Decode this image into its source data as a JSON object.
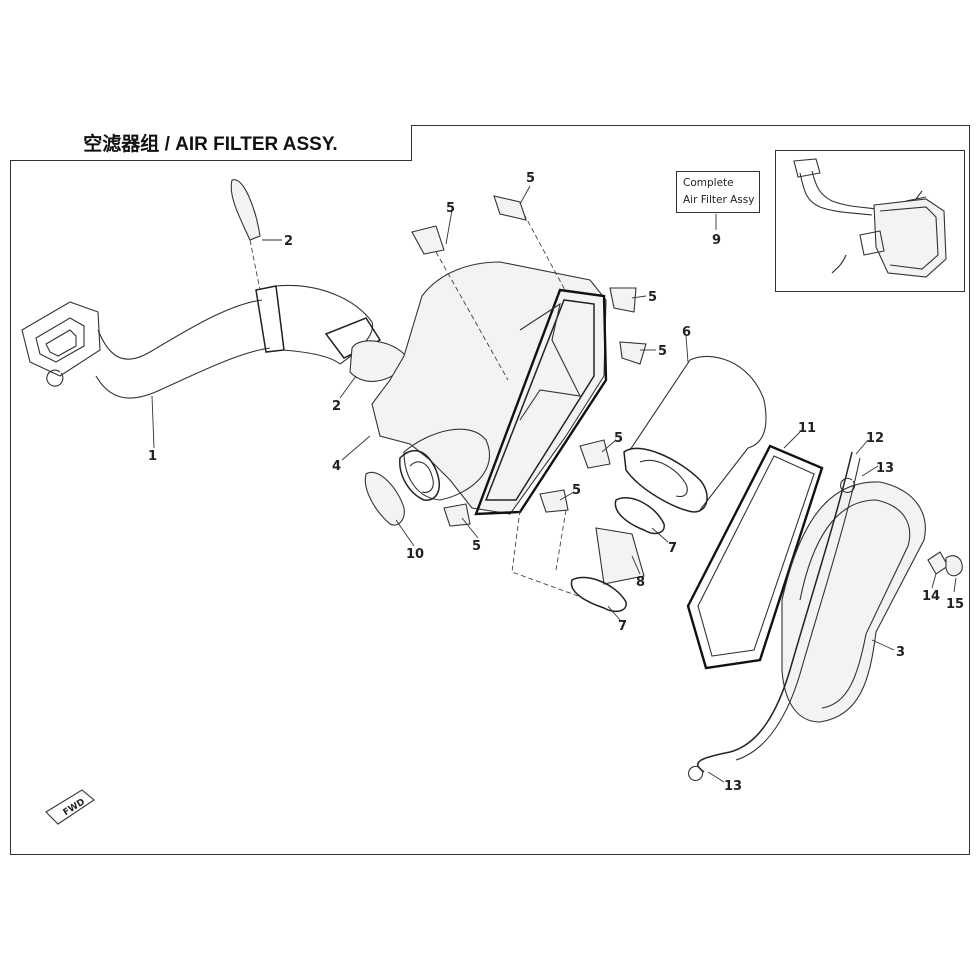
{
  "title": "空滤器组 / AIR FILTER ASSY.",
  "inset_label": {
    "line1": "Complete",
    "line2": "Air  Filter  Assy"
  },
  "fwd_mark": "FWD",
  "callouts": {
    "c1": "1",
    "c2a": "2",
    "c2b": "2",
    "c3": "3",
    "c4": "4",
    "c5a": "5",
    "c5b": "5",
    "c5c": "5",
    "c5d": "5",
    "c5e": "5",
    "c5f": "5",
    "c5g": "5",
    "c6": "6",
    "c7a": "7",
    "c7b": "7",
    "c8": "8",
    "c9": "9",
    "c10": "10",
    "c11": "11",
    "c12": "12",
    "c13a": "13",
    "c13b": "13",
    "c14": "14",
    "c15": "15"
  }
}
